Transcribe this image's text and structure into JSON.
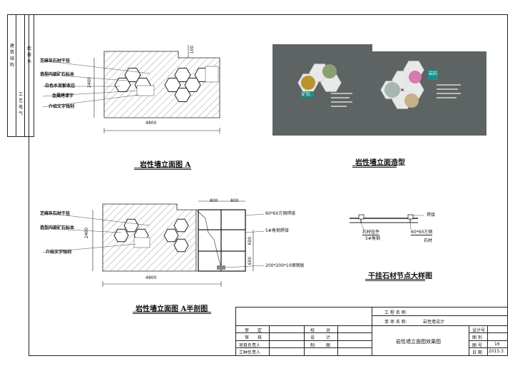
{
  "side_block": {
    "col1": [
      "建",
      "筑",
      "结",
      "构"
    ],
    "col2": [
      "工",
      "艺",
      "电",
      "气"
    ],
    "col3": [
      "给",
      "排",
      "水"
    ]
  },
  "elevation_a": {
    "title": "岩性墙立面图 A",
    "labels": [
      "芝麻灰石材干挂",
      "造型内嵌矿石标本",
      "白色水泥板收边",
      "金属烤漆字",
      "介绍文字蚀刻"
    ],
    "width_dim": "4800",
    "height_dim": "2400",
    "top_dim": "100"
  },
  "render_view": {
    "title": "岩性墙立面造型",
    "plaque_left": "矿石",
    "plaque_right": "岩石"
  },
  "section_a": {
    "title": "岩性墙立面图 A半剖图",
    "labels": [
      "芝麻灰石材干挂",
      "造型内嵌矿石标本",
      "介绍文字蚀刻"
    ],
    "width_dim": "4800",
    "height_dim": "2400",
    "top_dims": [
      "800",
      "800"
    ],
    "right_labels": [
      "60*60方钢焊接",
      "5#角钢焊接",
      "200*200*10钢钢板"
    ],
    "right_dims": [
      "600",
      "600"
    ]
  },
  "node_detail": {
    "title": "干挂石材节点大样图",
    "labels": [
      "焊接",
      "石材挂件",
      "5#角钢",
      "60*60方钢",
      "石材"
    ]
  },
  "title_block": {
    "project_label": "工 程 名 称:",
    "item_label": "单 项 名 称:",
    "item_value": "岩性墙设计",
    "drawing_title": "岩性墙立面图效果图",
    "row1": [
      "审",
      "定",
      "校",
      "对"
    ],
    "row2": [
      "审",
      "核",
      "设",
      "计"
    ],
    "row3": [
      "项目负责人",
      "制",
      "图"
    ],
    "row4": [
      "工种负责人"
    ],
    "design_no_label": "设计号",
    "sheet_type_label": "图 别",
    "sheet_no_label": "图 号",
    "sheet_no_value": "16",
    "date_label": "日 期",
    "date_value": "2015.3"
  },
  "colors": {
    "render_bg": "#5e6463",
    "plaque": "#1c8f8a",
    "line": "#222222"
  }
}
